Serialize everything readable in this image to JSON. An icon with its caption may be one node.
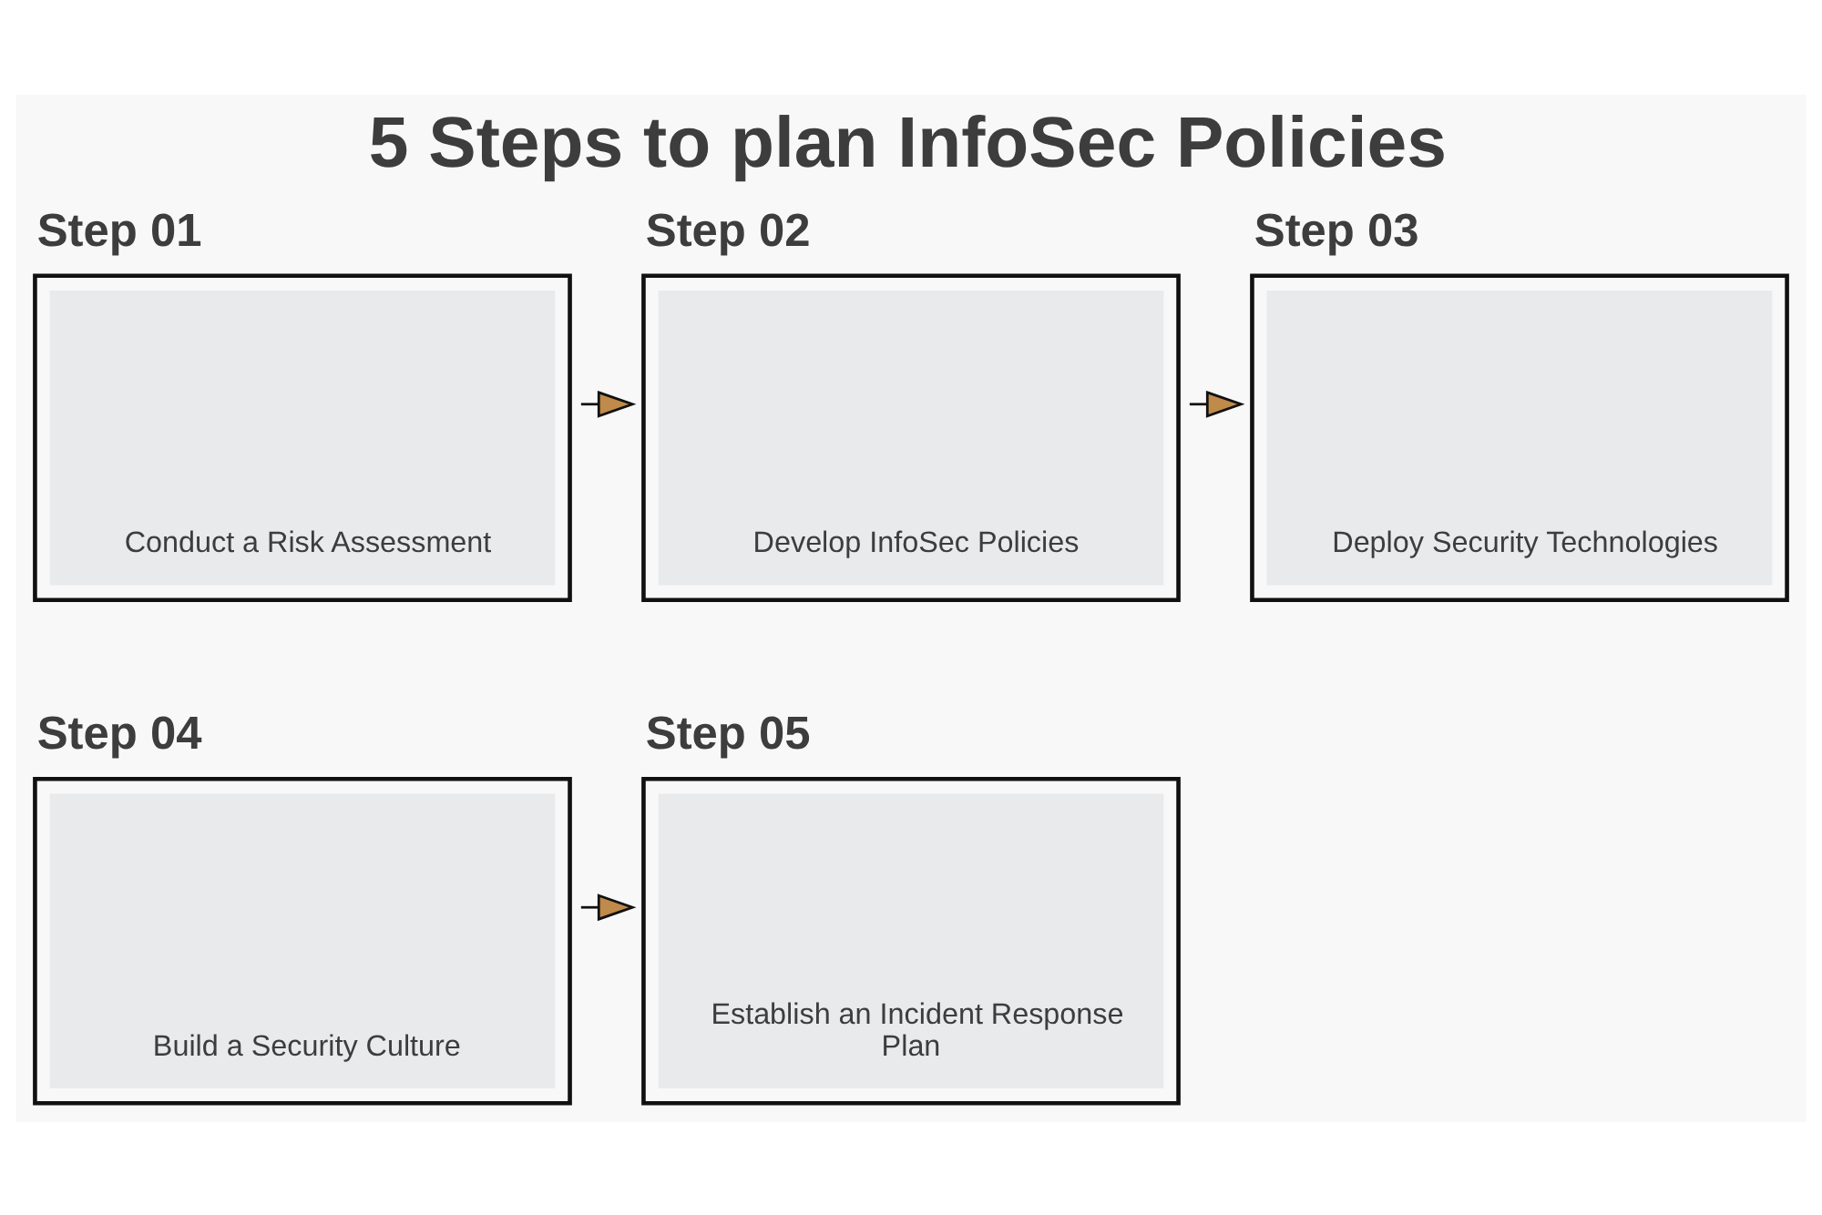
{
  "diagram": {
    "title": "5 Steps to plan InfoSec Policies",
    "nodes": [
      {
        "text": [
          "Step 01",
          "Conduct a Risk Assessment"
        ]
      },
      {
        "text": [
          "Step 02",
          "Develop InfoSec Policies"
        ]
      },
      {
        "text": [
          "Step 03",
          "Deploy Security Technologies"
        ]
      },
      {
        "text": [
          "Step 04",
          "Build a Security Culture"
        ]
      },
      {
        "text": [
          "Step 05",
          "Establish an Incident Response Plan"
        ]
      }
    ],
    "edges": [
      {
        "from": 0,
        "to": 1,
        "arrow": "to"
      },
      {
        "from": 1,
        "to": 2,
        "arrow": "to"
      },
      {
        "from": 3,
        "to": 4,
        "arrow": "to"
      }
    ]
  }
}
